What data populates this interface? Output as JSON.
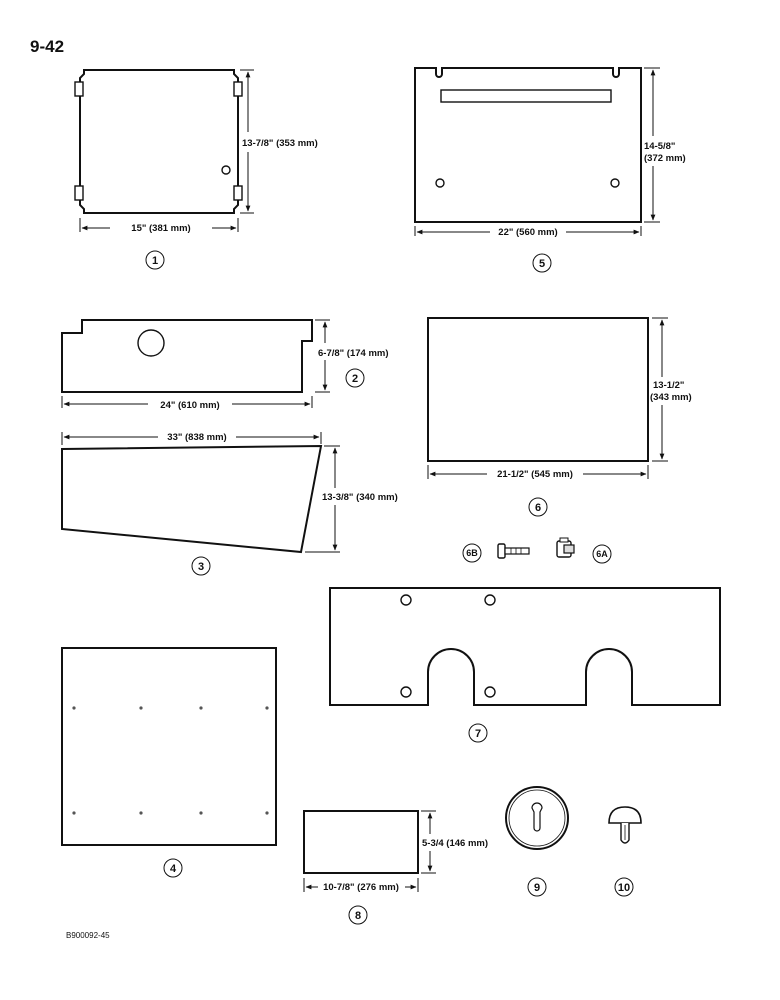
{
  "page": {
    "number": "9-42",
    "figure_code": "B900092-45"
  },
  "parts": {
    "p1": {
      "label": "1",
      "width": "15\" (381 mm)",
      "height": "13-7/8\" (353 mm)"
    },
    "p2": {
      "label": "2",
      "width": "24\" (610 mm)",
      "height": "6-7/8\" (174 mm)"
    },
    "p3": {
      "label": "3",
      "width": "33\" (838 mm)",
      "height": "13-3/8\" (340 mm)"
    },
    "p4": {
      "label": "4"
    },
    "p5": {
      "label": "5",
      "width": "22\" (560 mm)",
      "height_line1": "14-5/8\"",
      "height_line2": "(372 mm)"
    },
    "p6": {
      "label": "6",
      "width": "21-1/2\" (545 mm)",
      "height_line1": "13-1/2\"",
      "height_line2": "(343 mm)"
    },
    "p6a": {
      "label": "6A"
    },
    "p6b": {
      "label": "6B"
    },
    "p7": {
      "label": "7"
    },
    "p8": {
      "label": "8",
      "width": "10-7/8\" (276 mm)",
      "height": "5-3/4 (146 mm)"
    },
    "p9": {
      "label": "9"
    },
    "p10": {
      "label": "10"
    }
  }
}
